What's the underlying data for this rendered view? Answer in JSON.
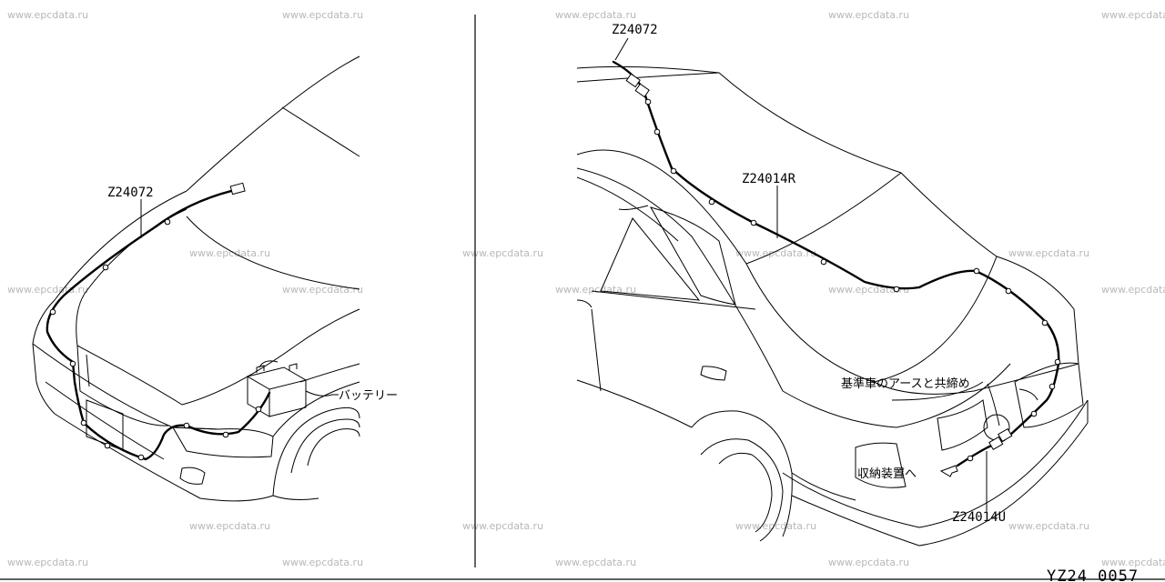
{
  "watermark": "www.epcdata.ru",
  "left_view": {
    "part_number": "Z24072",
    "battery_label": "バッテリー"
  },
  "right_view": {
    "part_top": "Z24072",
    "part_main": "Z24014R",
    "part_bottom": "Z24014U",
    "ground_note": "基準車のアースと共締め",
    "storage_note": "収納装置へ"
  },
  "diagram_code": "YZ24 0057"
}
